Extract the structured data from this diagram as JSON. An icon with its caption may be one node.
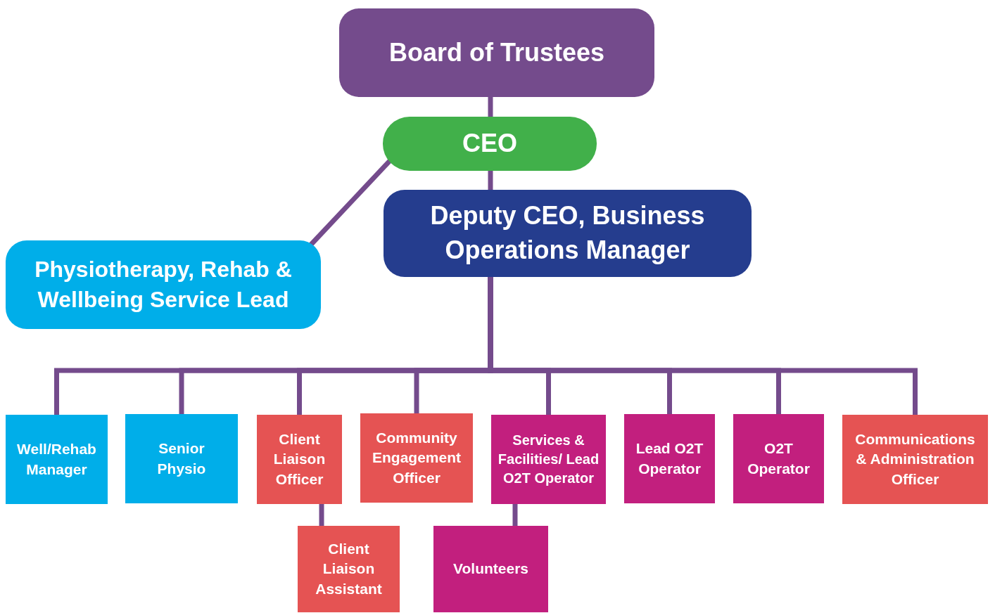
{
  "diagram": {
    "nodes": [
      {
        "text": [
          "Board of Trustees"
        ]
      },
      {
        "text": [
          "CEO"
        ]
      },
      {
        "text": [
          "Deputy CEO, Business Operations Manager"
        ]
      },
      {
        "text": [
          "Physiotherapy, Rehab & Wellbeing Service Lead"
        ]
      },
      {
        "text": [
          "Well/Rehab Manager"
        ]
      },
      {
        "text": [
          "Senior Physio"
        ]
      },
      {
        "text": [
          "Client Liaison Officer"
        ]
      },
      {
        "text": [
          "Community Engagement Officer"
        ]
      },
      {
        "text": [
          "Services & Facilities/ Lead O2T Operator"
        ]
      },
      {
        "text": [
          "Lead O2T Operator"
        ]
      },
      {
        "text": [
          "O2T Operator"
        ]
      },
      {
        "text": [
          "Communications & Administration Officer"
        ]
      },
      {
        "text": [
          "Client Liaison Assistant"
        ]
      },
      {
        "text": [
          "Volunteers"
        ]
      }
    ],
    "edges": [
      {
        "from": 0,
        "to": 1,
        "arrow": "none"
      },
      {
        "from": 1,
        "to": 2,
        "arrow": "none"
      },
      {
        "from": 1,
        "to": 3,
        "arrow": "none"
      },
      {
        "from": 2,
        "to": 4,
        "arrow": "none"
      },
      {
        "from": 2,
        "to": 5,
        "arrow": "none"
      },
      {
        "from": 2,
        "to": 6,
        "arrow": "none"
      },
      {
        "from": 2,
        "to": 7,
        "arrow": "none"
      },
      {
        "from": 2,
        "to": 8,
        "arrow": "none"
      },
      {
        "from": 2,
        "to": 9,
        "arrow": "none"
      },
      {
        "from": 2,
        "to": 10,
        "arrow": "none"
      },
      {
        "from": 2,
        "to": 11,
        "arrow": "none"
      },
      {
        "from": 6,
        "to": 12,
        "arrow": "none"
      },
      {
        "from": 8,
        "to": 13,
        "arrow": "none"
      }
    ]
  }
}
